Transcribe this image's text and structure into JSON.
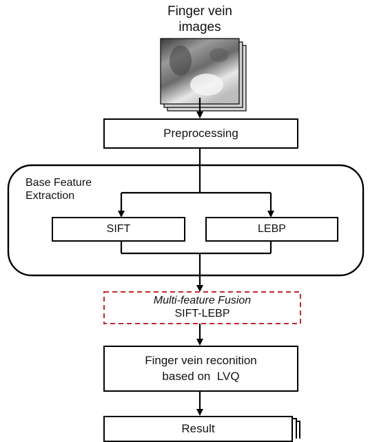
{
  "input": {
    "line1": "Finger vein",
    "line2": "images"
  },
  "nodes": {
    "preprocessing": "Preprocessing",
    "group_label_line1": "Base Feature",
    "group_label_line2": "Extraction",
    "sift": "SIFT",
    "lebp": "LEBP",
    "fusion_line1": "Multi-feature Fusion",
    "fusion_line2": "SIFT-LEBP",
    "recognition_line1": "Finger vein reconition",
    "recognition_line2": "based on  LVQ",
    "result": "Result"
  },
  "colors": {
    "stroke": "#000000",
    "fusion_border": "#c0282d",
    "text": "#111111"
  }
}
